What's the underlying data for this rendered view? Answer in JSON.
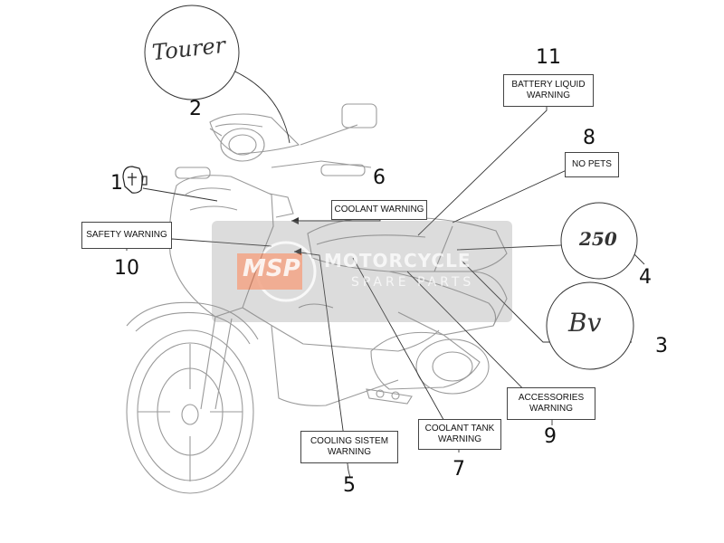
{
  "watermark": {
    "logo": "MSP",
    "line1": "MOTORCYCLE",
    "line2": "SPARE PARTS",
    "accent_color": "#e8602c"
  },
  "emblems": {
    "tourer": "Tourer",
    "badge_250": "250",
    "badge_bv": "Bv"
  },
  "callouts": [
    {
      "number": "1"
    },
    {
      "number": "2"
    },
    {
      "number": "3"
    },
    {
      "number": "4"
    },
    {
      "number": "5",
      "label": [
        "COOLING SISTEM",
        "WARNING"
      ]
    },
    {
      "number": "6",
      "label": [
        "COOLANT WARNING"
      ]
    },
    {
      "number": "7",
      "label": [
        "COOLANT TANK",
        "WARNING"
      ]
    },
    {
      "number": "8",
      "label": [
        "NO PETS"
      ]
    },
    {
      "number": "9",
      "label": [
        "ACCESSORIES",
        "WARNING"
      ]
    },
    {
      "number": "10",
      "label": [
        "SAFETY WARNING"
      ]
    },
    {
      "number": "11",
      "label": [
        "BATTERY LIQUID",
        "WARNING"
      ]
    }
  ]
}
